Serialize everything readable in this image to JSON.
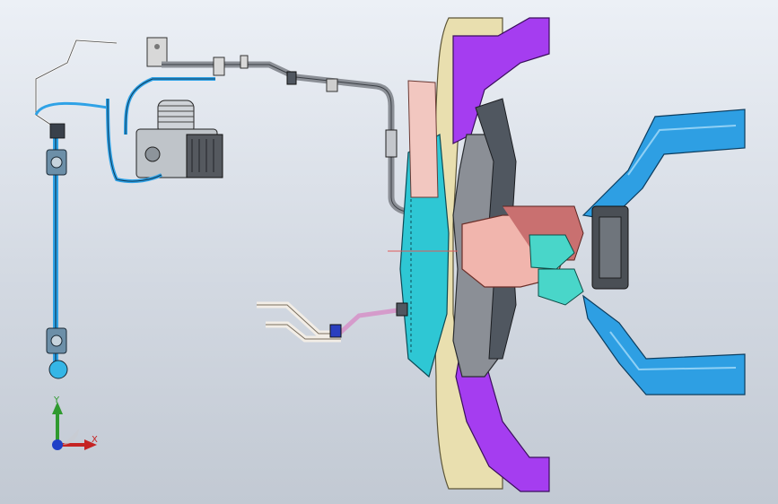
{
  "viewport": {
    "background_top": "#ecf0f6",
    "background_bottom": "#c2c9d3"
  },
  "model": {
    "parts": [
      "left-pipe-assembly",
      "compressor",
      "refrigerant-line",
      "hvac-housing",
      "duct-distribution",
      "blue-ducts",
      "lower-hoses"
    ],
    "colors": {
      "purple": "#a53df0",
      "cream": "#e9dfaf",
      "teal": "#2ec7d4",
      "blue": "#2e9fe3",
      "pink": "#f1b5ad",
      "gray": "#8b8f96",
      "dark_gray": "#505760"
    }
  },
  "triad": {
    "y_label": "Y",
    "x_label": "X",
    "y_color": "#2f9a2f",
    "x_color": "#c52323",
    "z_color": "#1f3fc7"
  }
}
